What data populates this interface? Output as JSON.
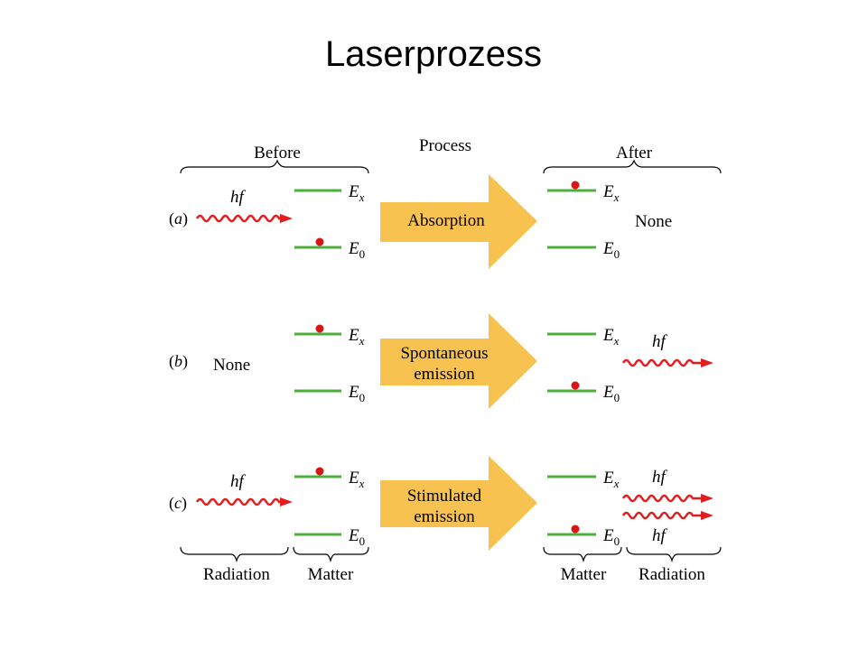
{
  "page": {
    "title": "Laserprozess"
  },
  "headers": {
    "before": "Before",
    "process": "Process",
    "after": "After"
  },
  "footer": {
    "left_radiation": "Radiation",
    "left_matter": "Matter",
    "right_matter": "Matter",
    "right_radiation": "Radiation"
  },
  "symbols": {
    "photon": "hf",
    "excited_letter": "E",
    "excited_sub": "x",
    "ground_letter": "E",
    "ground_sub": "0"
  },
  "rows": [
    {
      "label": "(a)",
      "label_letter": "a",
      "process": [
        "Absorption"
      ],
      "after_text": "None"
    },
    {
      "label": "(b)",
      "label_letter": "b",
      "process": [
        "Spontaneous",
        "emission"
      ],
      "before_text": "None"
    },
    {
      "label": "(c)",
      "label_letter": "c",
      "process": [
        "Stimulated",
        "emission"
      ]
    }
  ],
  "colors": {
    "photon": "#e11d1d",
    "level": "#4caf3a",
    "electron": "#d81414",
    "arrow": "#f7c24f"
  }
}
